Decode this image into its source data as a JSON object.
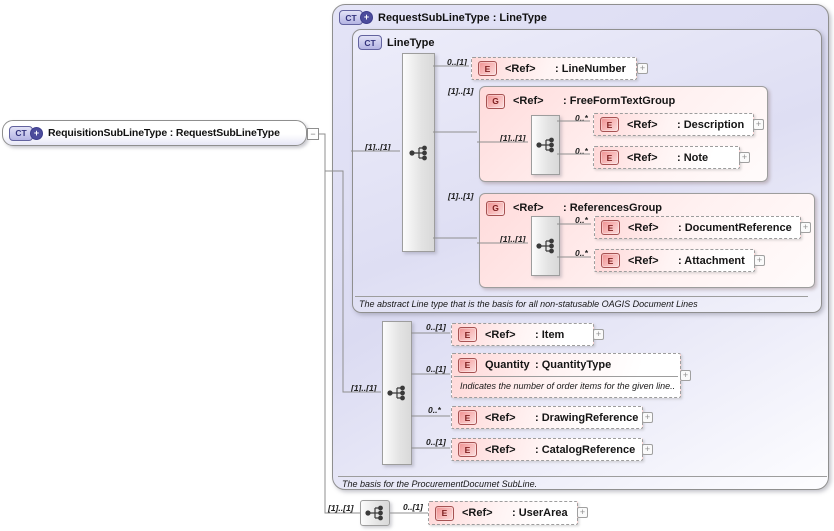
{
  "palette": {
    "complex_type_fill": "#dcdcf2",
    "complex_type_border": "#8f8f8f",
    "badge_fill": "#b9b9e6",
    "badge_border": "#63639f",
    "element_fill": "#ffd8d8",
    "element_icon_fill": "#ef9090",
    "element_icon_border": "#a65252",
    "group_fill": "#ffdbdb",
    "connector": "#8f8f8f"
  },
  "glyphs": {
    "ct": "CT",
    "plus": "+",
    "minus": "−",
    "expand": "+"
  },
  "root": {
    "title": "RequisitionSubLineType : RequestSubLineType"
  },
  "root_sequence": {
    "cardinality": "[1]..[1]"
  },
  "user_area": {
    "icon": "E",
    "name": "<Ref>",
    "type": ": UserArea",
    "cardinality": "0..[1]"
  },
  "request": {
    "title": "RequestSubLineType : LineType",
    "annotation": "The basis for the ProcurementDocumet SubLine.",
    "sequence": {
      "cardinality": "[1]..[1]"
    },
    "items": {
      "item": {
        "icon": "E",
        "name": "<Ref>",
        "type": ": Item",
        "cardinality": "0..[1]"
      },
      "quantity": {
        "icon": "E",
        "name": "Quantity",
        "type": ": QuantityType",
        "cardinality": "0..[1]",
        "annotation": "Indicates the number of order items for the given line.."
      },
      "drawing_reference": {
        "icon": "E",
        "name": "<Ref>",
        "type": ": DrawingReference",
        "cardinality": "0..*"
      },
      "catalog_reference": {
        "icon": "E",
        "name": "<Ref>",
        "type": ": CatalogReference",
        "cardinality": "0..[1]"
      }
    }
  },
  "linetype": {
    "title": "LineType",
    "annotation": "The abstract Line type that is the basis for all non-statusable OAGIS Document Lines",
    "sequence": {
      "cardinality": "[1]..[1]"
    },
    "line_number": {
      "icon": "E",
      "name": "<Ref>",
      "type": ": LineNumber",
      "cardinality": "0..[1]"
    },
    "freeform_group": {
      "icon": "G",
      "name": "<Ref>",
      "type": ": FreeFormTextGroup",
      "cardinality": "[1]..[1]",
      "sequence": {
        "cardinality": "[1]..[1]"
      },
      "description": {
        "icon": "E",
        "name": "<Ref>",
        "type": ": Description",
        "cardinality": "0..*"
      },
      "note": {
        "icon": "E",
        "name": "<Ref>",
        "type": ": Note",
        "cardinality": "0..*"
      }
    },
    "references_group": {
      "icon": "G",
      "name": "<Ref>",
      "type": ": ReferencesGroup",
      "cardinality": "[1]..[1]",
      "sequence": {
        "cardinality": "[1]..[1]"
      },
      "document_reference": {
        "icon": "E",
        "name": "<Ref>",
        "type": ": DocumentReference",
        "cardinality": "0..*"
      },
      "attachment": {
        "icon": "E",
        "name": "<Ref>",
        "type": ": Attachment",
        "cardinality": "0..*"
      }
    }
  }
}
